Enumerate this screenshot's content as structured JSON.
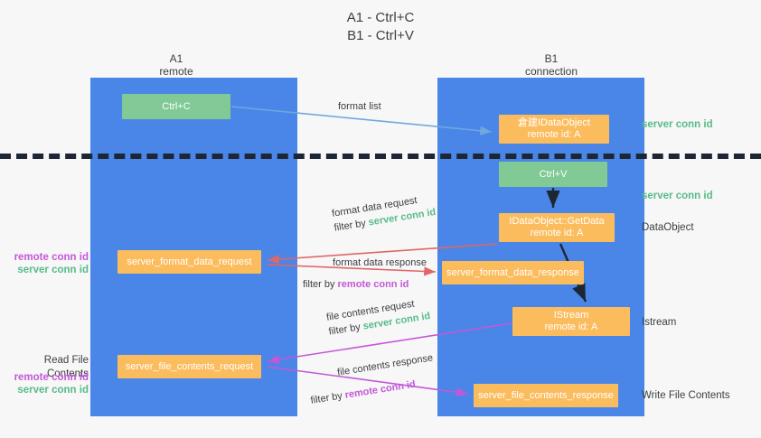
{
  "title": {
    "line1": "A1 - Ctrl+C",
    "line2": "B1 - Ctrl+V"
  },
  "columns": [
    {
      "name": "A1",
      "sub": "remote"
    },
    {
      "name": "B1",
      "sub": "connection"
    }
  ],
  "nodes": {
    "ctrl_c": {
      "line1": "Ctrl+C",
      "line2": ""
    },
    "idataobject": {
      "line1": "倉建IDataObject",
      "line2": "remote id: A"
    },
    "ctrl_v": {
      "line1": "Ctrl+V",
      "line2": ""
    },
    "getdata": {
      "line1": "IDataObject::GetData",
      "line2": "remote id: A"
    },
    "server_format_data_request": {
      "line1": "server_format_data_request",
      "line2": ""
    },
    "server_format_data_response": {
      "line1": "server_format_data_response",
      "line2": ""
    },
    "istream": {
      "line1": "IStream",
      "line2": "remote id: A"
    },
    "server_file_contents_request": {
      "line1": "server_file_contents_request",
      "line2": ""
    },
    "server_file_contents_response": {
      "line1": "server_file_contents_response",
      "line2": ""
    }
  },
  "edge_labels": {
    "format_list": "format list",
    "format_data_request": "format data request",
    "format_data_request_filter_prefix": "filter by ",
    "format_data_request_filter_key": "server conn id",
    "format_data_response": "format data response",
    "format_data_response_filter_prefix": "filter by ",
    "format_data_response_filter_key": "remote conn id",
    "file_contents_request": "file contents request",
    "file_contents_request_filter_prefix": "filter by ",
    "file_contents_request_filter_key": "server conn id",
    "file_contents_response": "file contents response",
    "file_contents_response_filter_prefix": "filter by ",
    "file_contents_response_filter_key": "remote conn id"
  },
  "side_labels": {
    "server_conn_id_top": "server conn id",
    "server_conn_id_mid": "server conn id",
    "dataobject": "DataObject",
    "istream": "Istream",
    "write_file_contents": "Write File Contents",
    "read_file_contents": "Read File Contents",
    "remote_conn_id": "remote conn id",
    "server_conn_id": "server conn id"
  },
  "colors": {
    "lane": "#4a86e8",
    "green_node": "#81c995",
    "orange_node": "#fbbc5e",
    "server_conn_id": "#57bb8a",
    "remote_conn_id": "#c457d8",
    "arrow_blue": "#6fa8dc",
    "arrow_red": "#e06666",
    "arrow_magenta": "#c457d8",
    "arrow_dark": "#1c2733",
    "background": "#f7f7f7"
  }
}
